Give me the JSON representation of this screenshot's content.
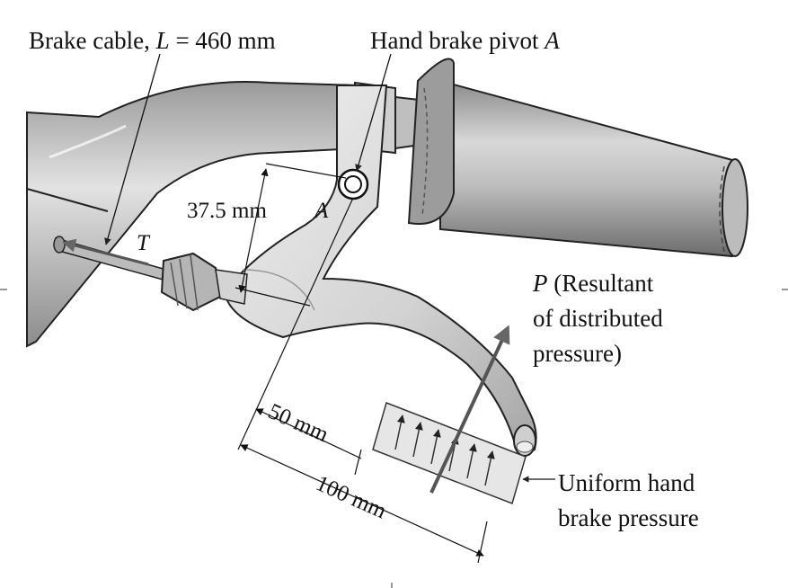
{
  "labels": {
    "brake_cable_prefix": "Brake cable, ",
    "brake_cable_var": "L",
    "brake_cable_value": " = 460 mm",
    "hand_brake_pivot_text": "Hand brake pivot ",
    "hand_brake_pivot_var": "A",
    "dim_37": "37.5 mm",
    "point_a": "A",
    "tension": "T",
    "p_var": "P",
    "p_line1": " (Resultant",
    "p_line2": "of distributed",
    "p_line3": "pressure)",
    "dim_50": "50 mm",
    "dim_100": "100 mm",
    "uniform_line1": "Uniform hand",
    "uniform_line2": "brake pressure"
  },
  "colors": {
    "line": "#111111",
    "metal_light": "#d9d9d9",
    "metal_mid": "#a8a8a8",
    "metal_dark": "#6e6e6e",
    "arrow_gray": "#6a6a6a",
    "pressure_fill": "#e6e6e6"
  }
}
